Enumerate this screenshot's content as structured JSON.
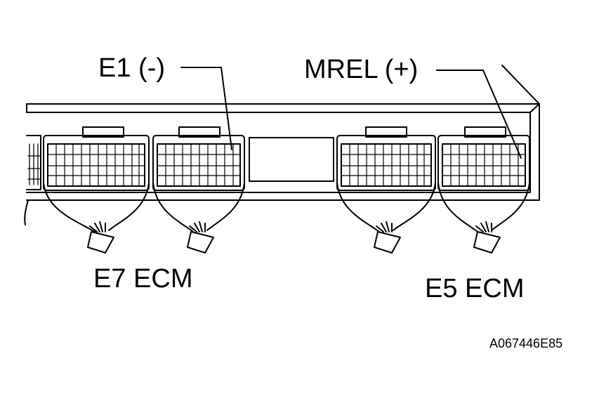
{
  "labels": {
    "e1": "E1 (-)",
    "mrel": "MREL (+)",
    "e7": "E7 ECM",
    "e5": "E5 ECM",
    "code": "A067446E85"
  },
  "colors": {
    "line": "#000000",
    "background": "#ffffff"
  }
}
